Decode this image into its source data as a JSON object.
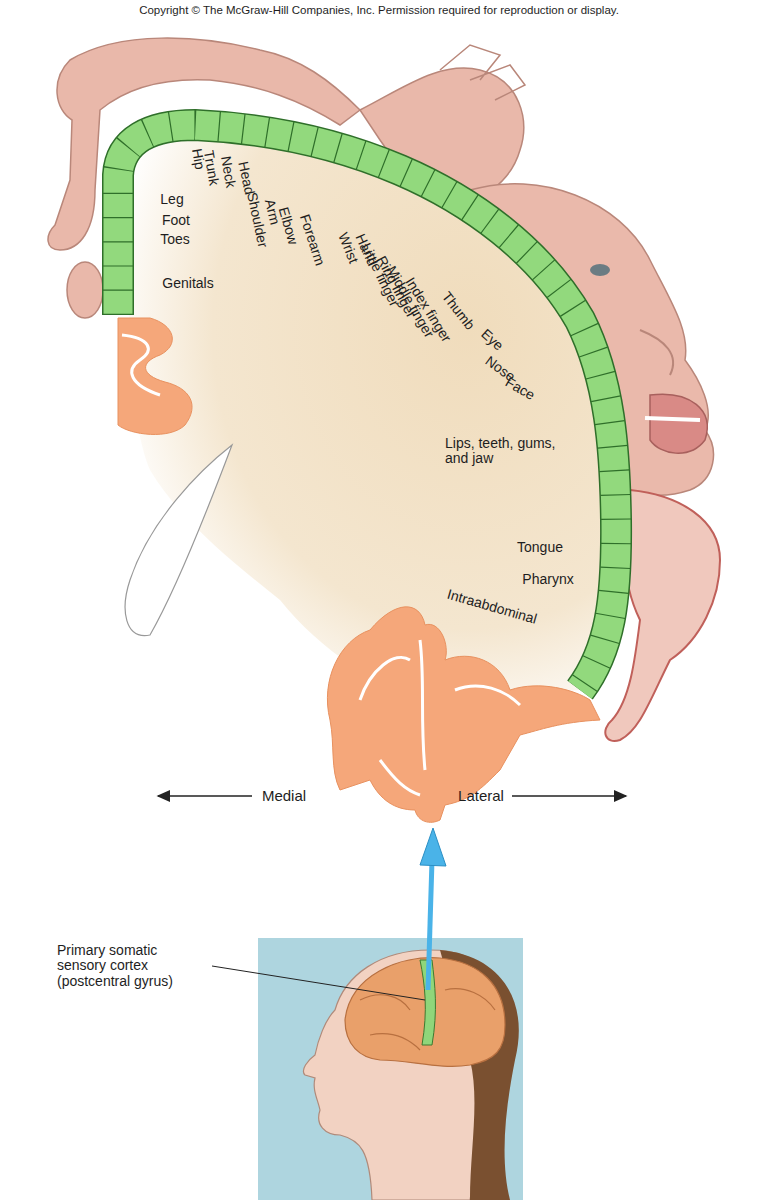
{
  "diagram": {
    "labels": [
      "Copyright © The McGraw-Hill Companies, Inc. Permission required for reproduction or display.",
      "Hip",
      "Trunk",
      "Neck",
      "Head",
      "Shoulder",
      "Arm",
      "Elbow",
      "Forearm",
      "Wrist",
      "Hand",
      "Little finger",
      "Ring finger",
      "Middle finger",
      "Index finger",
      "Thumb",
      "Eye",
      "Nose",
      "Face",
      "Lips, teeth, gums, and jaw",
      "Tongue",
      "Pharynx",
      "Intraabdominal",
      "Leg",
      "Foot",
      "Toes",
      "Genitals",
      "Medial",
      "Lateral",
      "Primary somatic sensory cortex (postcentral gyrus)"
    ]
  }
}
